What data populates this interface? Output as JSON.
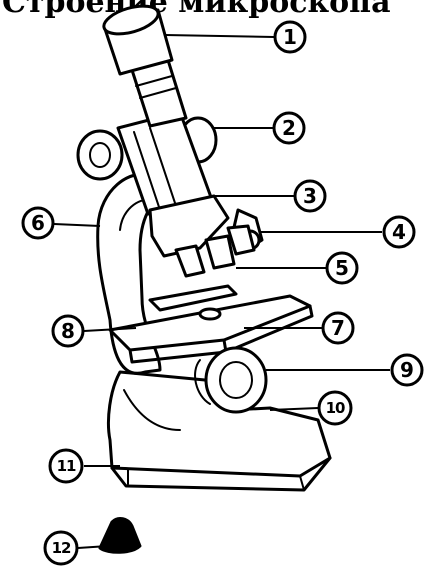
{
  "title": "Строение микроскопа",
  "callouts": [
    {
      "id": "1",
      "label": "1"
    },
    {
      "id": "2",
      "label": "2"
    },
    {
      "id": "3",
      "label": "3"
    },
    {
      "id": "4",
      "label": "4"
    },
    {
      "id": "5",
      "label": "5"
    },
    {
      "id": "6",
      "label": "6"
    },
    {
      "id": "7",
      "label": "7"
    },
    {
      "id": "8",
      "label": "8"
    },
    {
      "id": "9",
      "label": "9"
    },
    {
      "id": "10",
      "label": "10"
    },
    {
      "id": "11",
      "label": "11"
    },
    {
      "id": "12",
      "label": "12"
    }
  ],
  "colors": {
    "ink": "#000000",
    "paper": "#ffffff"
  }
}
